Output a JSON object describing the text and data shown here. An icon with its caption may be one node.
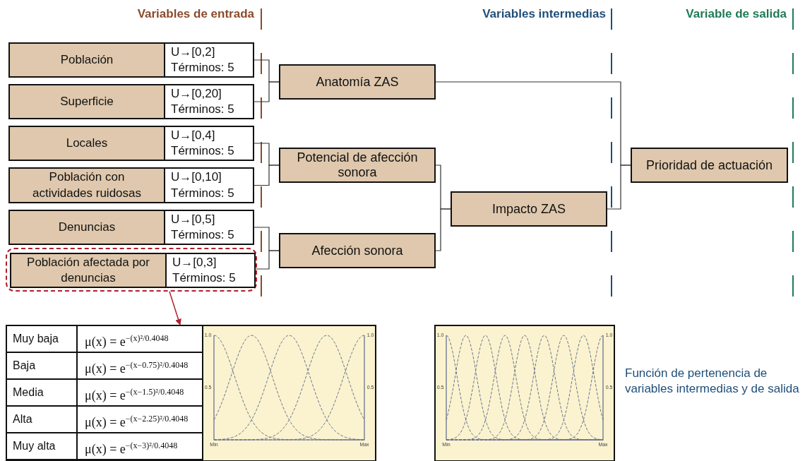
{
  "diagram": {
    "nodes": [
      {
        "text": [
          "Población",
          "U→[0,2]",
          "Términos: 5"
        ]
      },
      {
        "text": [
          "Superficie",
          "U→[0,20]",
          "Términos: 5"
        ]
      },
      {
        "text": [
          "Locales",
          "U→[0,4]",
          "Términos: 5"
        ]
      },
      {
        "text": [
          "Población con actividades ruidosas",
          "U→[0,10]",
          "Términos: 5"
        ]
      },
      {
        "text": [
          "Denuncias",
          "U→[0,5]",
          "Términos: 5"
        ]
      },
      {
        "text": [],
        "shape": "box"
      },
      {
        "text": [
          "Población afectada por denuncias",
          "U→[0,3]",
          "Términos: 5"
        ],
        "in": 5
      },
      {
        "text": [
          "Anatomía ZAS"
        ]
      },
      {
        "text": [
          "Potencial de afección sonora"
        ]
      },
      {
        "text": [
          "Afección sonora"
        ]
      },
      {
        "text": [
          "Impacto ZAS"
        ]
      },
      {
        "text": [
          "Prioridad de actuación"
        ]
      },
      {
        "text": [],
        "shape": "box"
      }
    ],
    "edges": [
      {
        "from": 0,
        "to": 7,
        "arrow": "none"
      },
      {
        "from": 1,
        "to": 7,
        "arrow": "none"
      },
      {
        "from": 2,
        "to": 8,
        "arrow": "none"
      },
      {
        "from": 3,
        "to": 8,
        "arrow": "none"
      },
      {
        "from": 4,
        "to": 9,
        "arrow": "none"
      },
      {
        "from": 6,
        "to": 9,
        "arrow": "none"
      },
      {
        "from": 8,
        "to": 10,
        "arrow": "none"
      },
      {
        "from": 9,
        "to": 10,
        "arrow": "none"
      },
      {
        "from": 7,
        "to": 11,
        "arrow": "none"
      },
      {
        "from": 10,
        "to": 11,
        "arrow": "none"
      },
      {
        "from": 5,
        "to": 12,
        "arrow": "to",
        "color": "#b0202c"
      }
    ],
    "labels": [
      "Variables de entrada",
      "Variables intermedias",
      "Variable de salida",
      "Muy baja",
      "μ(x) = e$^{−(x)²/0.4048}$",
      "Baja",
      "μ(x) = e$^{−(x−0.75)²/0.4048}$",
      "Media",
      "μ(x) = e$^{−(x−1.5)²/0.4048}$",
      "Alta",
      "μ(x) = e$^{−(x−2.25)²/0.4048}$",
      "Muy alta",
      "μ(x) = e$^{−(x−3)²/0.4048}$",
      "1.0",
      "1.0",
      "0.5",
      "0.5",
      "Min",
      "Max",
      "1.0",
      "1.0",
      "0.5",
      "0.5",
      "Min",
      "Max",
      "Función de pertenencia de variables intermedias y de salida"
    ]
  }
}
